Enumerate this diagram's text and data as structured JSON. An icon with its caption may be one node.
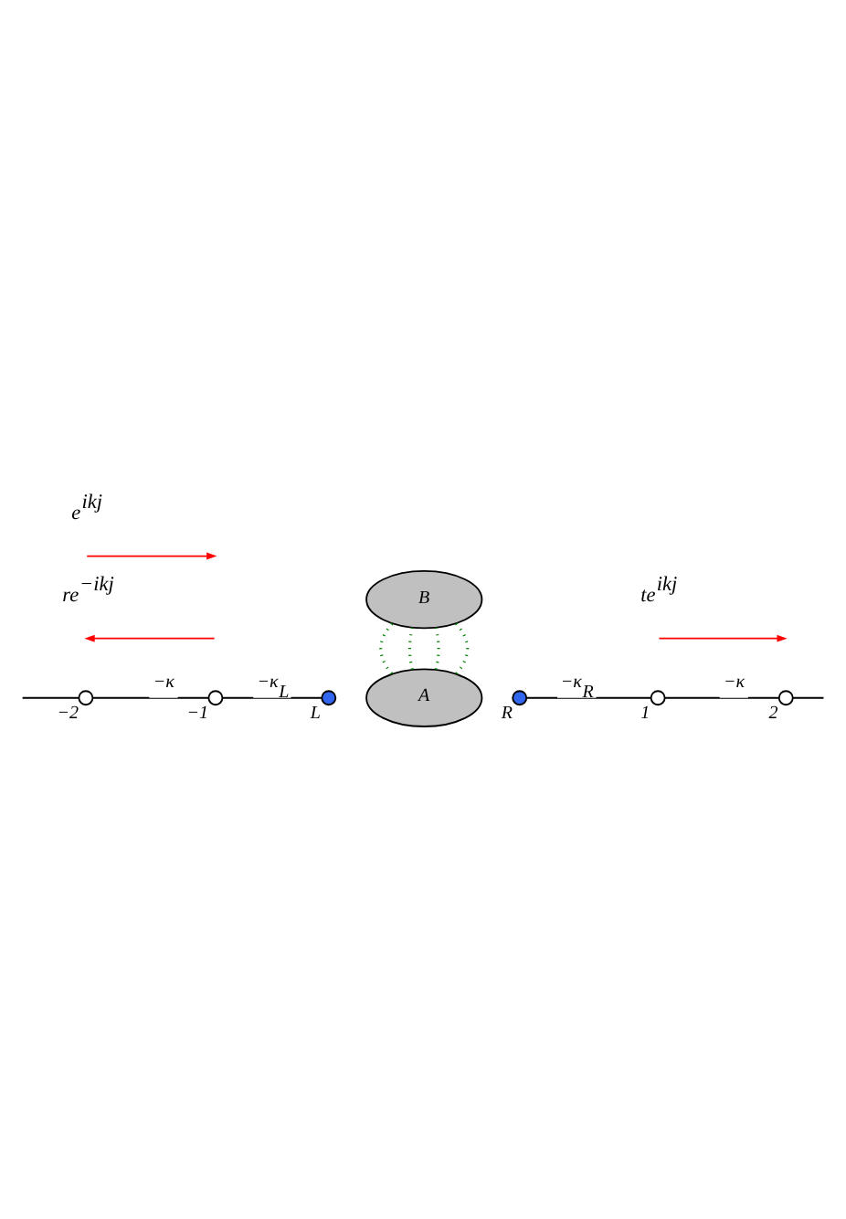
{
  "diagram": {
    "nodes": [
      {
        "text": [
          "B"
        ]
      },
      {
        "text": [],
        "shape": "circle",
        "beside": [
          "−2"
        ]
      },
      {
        "text": [],
        "shape": "circle",
        "beside": [
          "−1"
        ]
      },
      {
        "text": [],
        "shape": "circle",
        "beside": [
          "L"
        ]
      },
      {
        "text": [
          "A"
        ]
      },
      {
        "text": [],
        "shape": "circle",
        "beside": [
          "R"
        ]
      },
      {
        "text": [],
        "shape": "circle",
        "beside": [
          "1"
        ]
      },
      {
        "text": [],
        "shape": "circle",
        "beside": [
          "2"
        ]
      }
    ],
    "edges": [
      {
        "from": null,
        "to": 1,
        "arrow": "none"
      },
      {
        "from": 1,
        "to": 2,
        "arrow": "none",
        "label": "−κ"
      },
      {
        "from": 2,
        "to": 3,
        "arrow": "none",
        "label": "−κ$_{L}$"
      },
      {
        "from": 5,
        "to": 6,
        "arrow": "none",
        "label": "−κ$_{R}$"
      },
      {
        "from": 6,
        "to": 7,
        "arrow": "none",
        "label": "−κ"
      },
      {
        "from": 7,
        "to": null,
        "arrow": "none"
      },
      {
        "from": 0,
        "to": 4,
        "arrow": "none",
        "style": "dashed",
        "color": "#008000"
      },
      {
        "from": 0,
        "to": 4,
        "arrow": "none",
        "style": "dashed",
        "color": "#008000"
      },
      {
        "from": 0,
        "to": 4,
        "arrow": "none",
        "style": "dashed",
        "color": "#008000"
      },
      {
        "from": 0,
        "to": 4,
        "arrow": "none",
        "style": "dashed",
        "color": "#008000"
      }
    ],
    "labels": [
      "e$^{ikj}$",
      "re$^{−ikj}$",
      "te$^{ikj}$"
    ]
  }
}
